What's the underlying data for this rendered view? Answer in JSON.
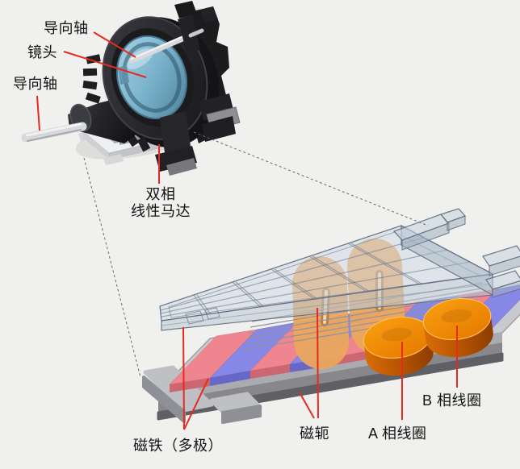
{
  "diagram": {
    "title_hint": "bi-phase linear motor lens module exploded diagram",
    "background": "#f0f0ee",
    "leader_line_color": "#e8291d",
    "connector_line_color": "#6a6a6a",
    "labels": {
      "guide_shaft_top": "导向轴",
      "lens": "镜头",
      "guide_shaft_left": "导向轴",
      "motor_name_line1": "双相",
      "motor_name_line2": "线性马达",
      "magnet_multipole": "磁铁（多极）",
      "yoke": "磁轭",
      "phase_a_coil": "A 相线圈",
      "phase_b_coil": "B 相线圈"
    },
    "part_colors": {
      "lens_glass": "#7fb6d0",
      "housing_black": "#26262a",
      "shaft_metal": "#d9dadc",
      "slider_frame_translucent": "#cdd6e0",
      "coil_orange": "#ef8a00",
      "coil_ghost_orange": "#eca85c",
      "magnet_red": "#ef868f",
      "magnet_blue": "#8787e8",
      "yoke_gray": "#c9cacd"
    }
  }
}
